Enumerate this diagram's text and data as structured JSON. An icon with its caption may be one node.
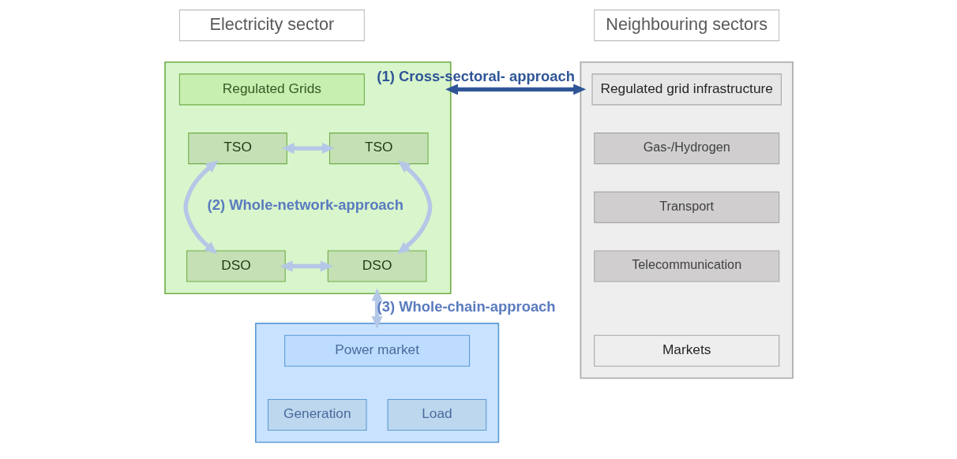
{
  "diagram": {
    "nodes": [
      {
        "text": [
          "Electricity sector"
        ]
      },
      {
        "text": [
          "Neighbouring sectors"
        ]
      },
      {
        "text": [],
        "shape": "box"
      },
      {
        "text": [
          "Regulated Grids"
        ],
        "in": 2
      },
      {
        "text": [
          "TSO"
        ],
        "in": 2
      },
      {
        "text": [
          "TSO"
        ],
        "in": 2
      },
      {
        "text": [
          "DSO"
        ],
        "in": 2
      },
      {
        "text": [
          "DSO"
        ],
        "in": 2
      },
      {
        "text": [],
        "shape": "box"
      },
      {
        "text": [
          "Regulated grid infrastructure"
        ],
        "in": 8
      },
      {
        "text": [
          "Gas-/Hydrogen"
        ],
        "in": 8
      },
      {
        "text": [
          "Transport"
        ],
        "in": 8
      },
      {
        "text": [
          "Telecommunication"
        ],
        "in": 8
      },
      {
        "text": [
          "Markets"
        ],
        "in": 8
      },
      {
        "text": [],
        "shape": "box"
      },
      {
        "text": [
          "Power market"
        ],
        "in": 14
      },
      {
        "text": [
          "Generation"
        ],
        "in": 14
      },
      {
        "text": [
          "Load"
        ],
        "in": 14
      }
    ],
    "edges": [
      {
        "from": 2,
        "to": 8,
        "arrow": "both",
        "label": "(1) Cross-sectoral- approach",
        "color": "#2f5597"
      },
      {
        "from": 4,
        "to": 5,
        "arrow": "both"
      },
      {
        "from": 4,
        "to": 6,
        "arrow": "both"
      },
      {
        "from": 5,
        "to": 7,
        "arrow": "both"
      },
      {
        "from": 6,
        "to": 7,
        "arrow": "both"
      },
      {
        "from": 2,
        "to": 14,
        "arrow": "both",
        "label": "(3) Whole-chain-approach"
      }
    ],
    "labels": [
      "(2) Whole-network-approach"
    ]
  }
}
